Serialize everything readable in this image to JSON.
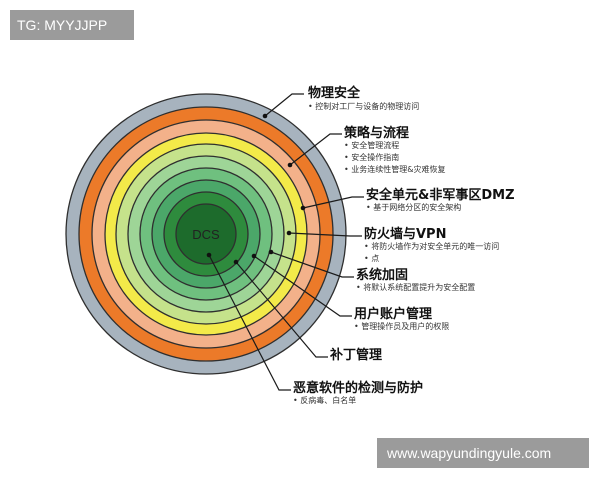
{
  "watermarks": {
    "top": "TG: MYYJJPP",
    "bottom": "www.wapyundingyule.com"
  },
  "diagram": {
    "center_label": "DCS",
    "ring_colors": [
      "#a7b3be",
      "#ec7a29",
      "#f3b18a",
      "#f3ea49",
      "#c5e28b",
      "#9ed597",
      "#6fc07f",
      "#4ba769",
      "#2e8b3d",
      "#1d6b2c"
    ],
    "layers": [
      {
        "title": "物理安全",
        "bullets": [
          "控制对工厂与设备的物理访问"
        ]
      },
      {
        "title": "策略与流程",
        "bullets": [
          "安全管理流程",
          "安全操作指南",
          "业务连续性管理&灾难恢复"
        ]
      },
      {
        "title": "安全单元&非军事区DMZ",
        "bullets": [
          "基于网络分区的安全架构"
        ]
      },
      {
        "title": "防火墙与VPN",
        "bullets": [
          "将防火墙作为对安全单元的唯一访问",
          "点"
        ]
      },
      {
        "title": "系统加固",
        "bullets": [
          "将默认系统配置提升为安全配置"
        ]
      },
      {
        "title": "用户账户管理",
        "bullets": [
          "管理操作员及用户的权限"
        ]
      },
      {
        "title": "补丁管理",
        "bullets": []
      },
      {
        "title": "恶意软件的检测与防护",
        "bullets": [
          "反病毒、白名单"
        ]
      }
    ]
  }
}
